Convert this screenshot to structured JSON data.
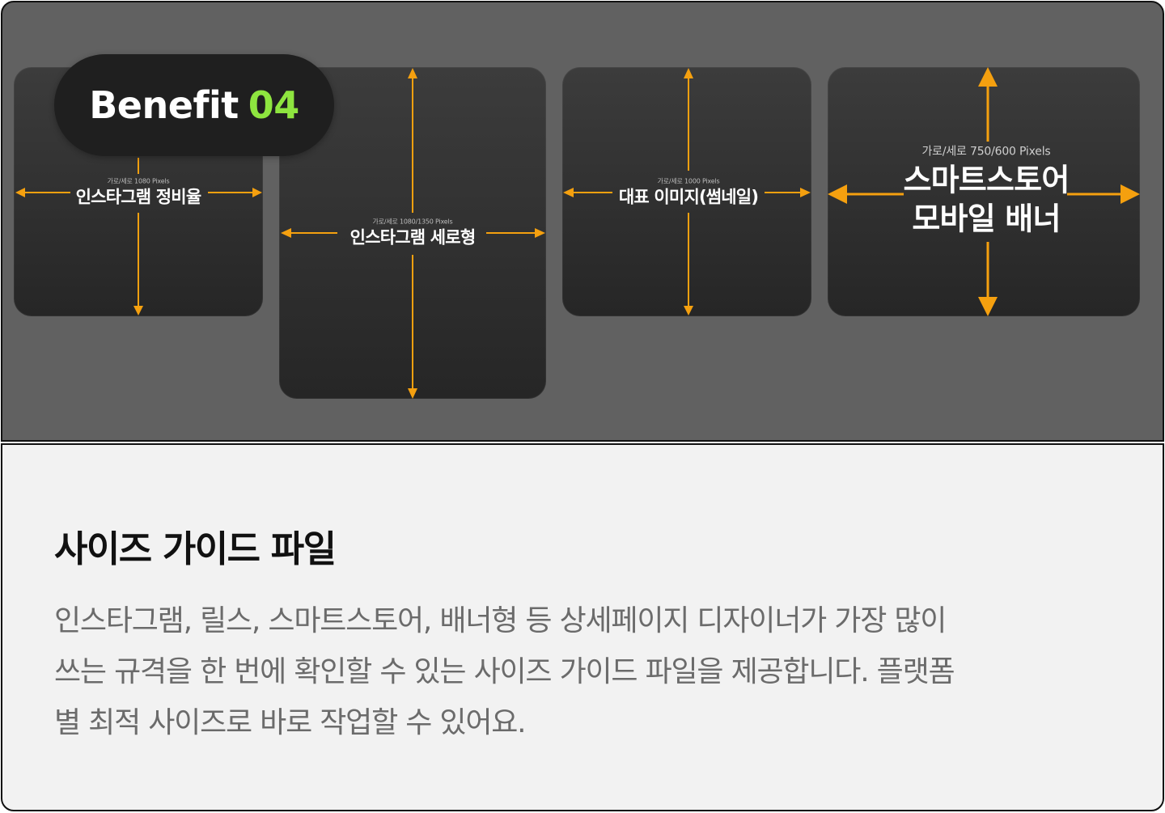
{
  "badge": {
    "word": "Benefit",
    "number": "04",
    "number_color": "#8ee53f"
  },
  "arrow_color": "#f5a00f",
  "cards": [
    {
      "size_text": "가로/세로 1080 Pixels",
      "title_lines": [
        "인스타그램 정비율"
      ]
    },
    {
      "size_text": "가로/세로 1080/1350 Pixels",
      "title_lines": [
        "인스타그램 세로형"
      ]
    },
    {
      "size_text": "가로/세로 1000 Pixels",
      "title_lines": [
        "대표 이미지(썸네일)"
      ]
    },
    {
      "size_text": "가로/세로 750/600 Pixels",
      "title_lines": [
        "스마트스토어",
        "모바일 배너"
      ]
    }
  ],
  "section": {
    "heading": "사이즈 가이드 파일",
    "body_lines": [
      "인스타그램, 릴스, 스마트스토어, 배너형 등 상세페이지 디자이너가 가장 많이",
      "쓰는 규격을 한 번에 확인할 수 있는 사이즈 가이드 파일을 제공합니다. 플랫폼",
      "별 최적 사이즈로 바로 작업할 수 있어요."
    ]
  }
}
